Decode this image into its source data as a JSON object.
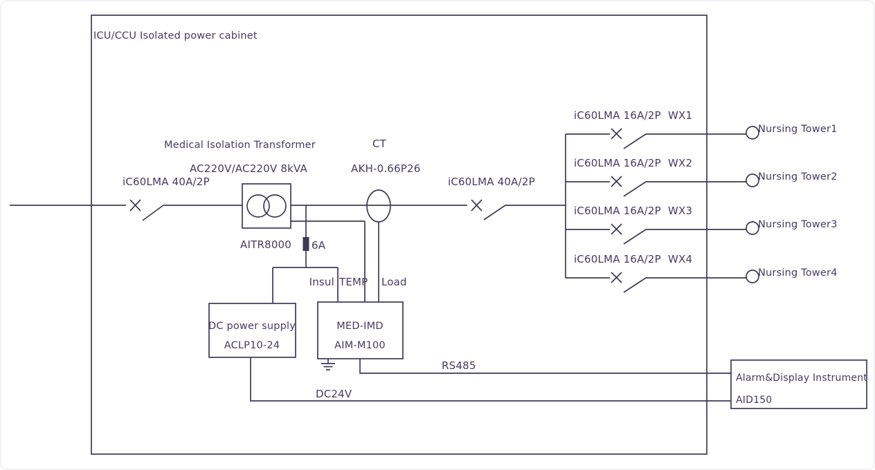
{
  "page": {
    "background_color": "#ffffff",
    "line_color": "#3e3954",
    "text_color": "#463a60"
  },
  "cabinet": {
    "title": "ICU/CCU Isolated power cabinet"
  },
  "incoming": {
    "breaker_label": "iC60LMA 40A/2P"
  },
  "transformer": {
    "title": "Medical Isolation Transformer",
    "rating": "AC220V/AC220V 8kVA",
    "model": "AITR8000"
  },
  "fuse": {
    "label": "6A"
  },
  "ct": {
    "label": "CT",
    "model": "AKH-0.66P26"
  },
  "output_breaker": {
    "label": "iC60LMA 40A/2P"
  },
  "monitor": {
    "input_insul": "Insul",
    "input_temp": "TEMP",
    "input_load": "Load",
    "device": {
      "line1": "MED-IMD",
      "line2": "AIM-M100"
    }
  },
  "dc_supply": {
    "line1": "DC power supply",
    "line2": "ACLP10-24"
  },
  "links": {
    "rs485": "RS485",
    "dc24v": "DC24V"
  },
  "alarm": {
    "line1": "Alarm&Display Instrument",
    "line2": "AID150"
  },
  "branches": [
    {
      "breaker": "iC60LMA 16A/2P",
      "id": "WX1",
      "destination": "Nursing Tower1"
    },
    {
      "breaker": "iC60LMA 16A/2P",
      "id": "WX2",
      "destination": "Nursing Tower2"
    },
    {
      "breaker": "iC60LMA 16A/2P",
      "id": "WX3",
      "destination": "Nursing Tower3"
    },
    {
      "breaker": "iC60LMA 16A/2P",
      "id": "WX4",
      "destination": "Nursing Tower4"
    }
  ]
}
